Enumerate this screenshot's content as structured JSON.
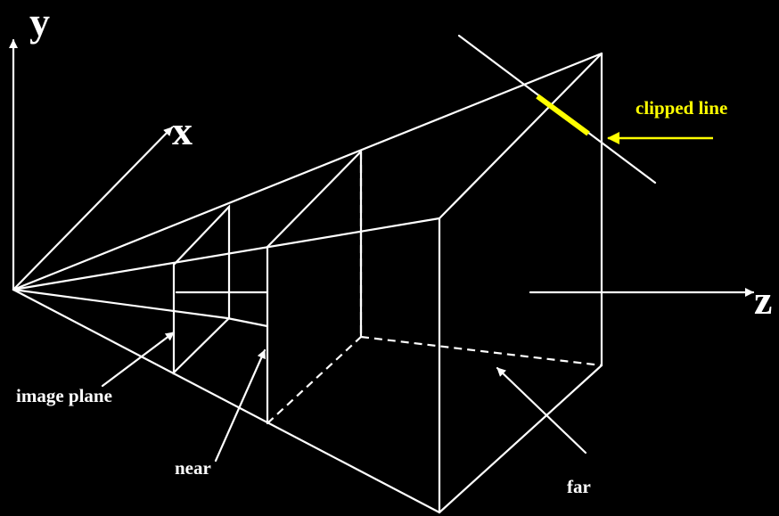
{
  "axes": {
    "y_label": "y",
    "x_label": "x",
    "z_label": "z"
  },
  "labels": {
    "clipped_line": "clipped line",
    "image_plane": "image plane",
    "near": "near",
    "far": "far"
  },
  "colors": {
    "background": "#000000",
    "lines": "#ffffff",
    "highlight": "#ffff00"
  }
}
